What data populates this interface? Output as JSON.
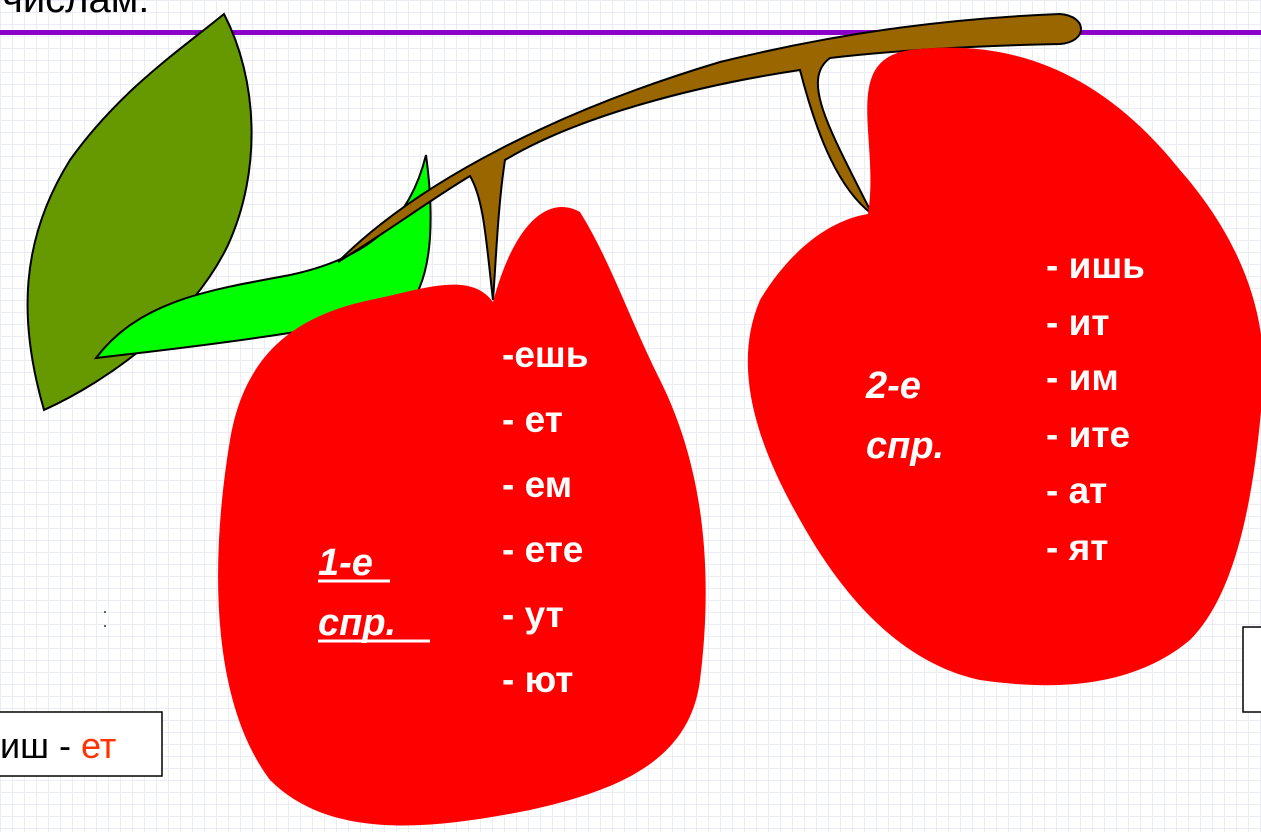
{
  "slide": {
    "heading_fragment": "числам:",
    "accent_line_color": "#8a00c8",
    "apple_color": "#ff0000",
    "stem_color": "#996600",
    "dark_leaf_color": "#669900",
    "light_leaf_color": "#00ff00",
    "conjugation_1": {
      "line1": "1-е",
      "line2": "спр.",
      "endings": [
        "-ешь",
        "- ет",
        "- ем",
        "- ете",
        "- ут",
        "- ют"
      ]
    },
    "conjugation_2": {
      "line1": "2-е",
      "line2": "спр.",
      "endings": [
        "- ишь",
        "- ит",
        "- им",
        "- ите",
        "- ат",
        "- ят"
      ]
    },
    "example_box": {
      "stem": "иш - ",
      "ending": "ет"
    }
  }
}
